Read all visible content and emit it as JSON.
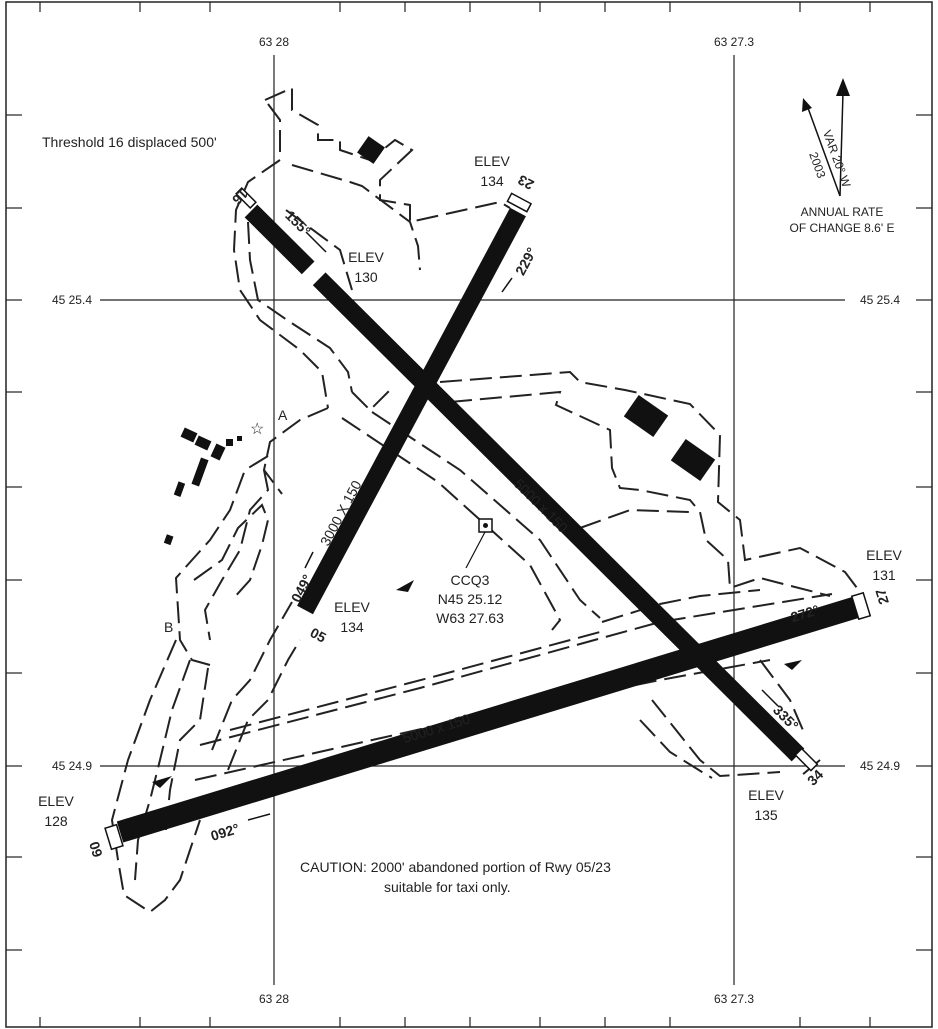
{
  "notes": {
    "threshold": "Threshold 16 displaced 500'",
    "caution_line1": "CAUTION: 2000' abandoned portion of Rwy 05/23",
    "caution_line2": "suitable for taxi only."
  },
  "grid": {
    "lon_left": "63 28",
    "lon_right": "63 27.3",
    "lat_top": "45 25.4",
    "lat_bottom": "45 24.9"
  },
  "variation": {
    "var_line1": "VAR 20° W",
    "var_line2": "2003",
    "rate_line1": "ANNUAL RATE",
    "rate_line2": "OF CHANGE 8.6' E"
  },
  "elevations": [
    {
      "label": "ELEV",
      "value": "134"
    },
    {
      "label": "ELEV",
      "value": "130"
    },
    {
      "label": "ELEV",
      "value": "134"
    },
    {
      "label": "ELEV",
      "value": "131"
    },
    {
      "label": "ELEV",
      "value": "128"
    },
    {
      "label": "ELEV",
      "value": "135"
    }
  ],
  "runways": {
    "r16": "16",
    "r34": "34",
    "r23": "23",
    "r05": "05",
    "r27": "27",
    "r09": "09",
    "h155": "155°",
    "h335": "335°",
    "h229": "229°",
    "h049": "049°",
    "h272": "272°",
    "h092": "092°",
    "dim_05_23": "3000 X 150",
    "dim_16_34": "5000 x 150",
    "dim_09_27": "5000 x 150"
  },
  "taxiways": {
    "a": "A",
    "b": "B"
  },
  "reference_point": {
    "id": "CCQ3",
    "lat": "N45 25.12",
    "lon": "W63 27.63"
  }
}
